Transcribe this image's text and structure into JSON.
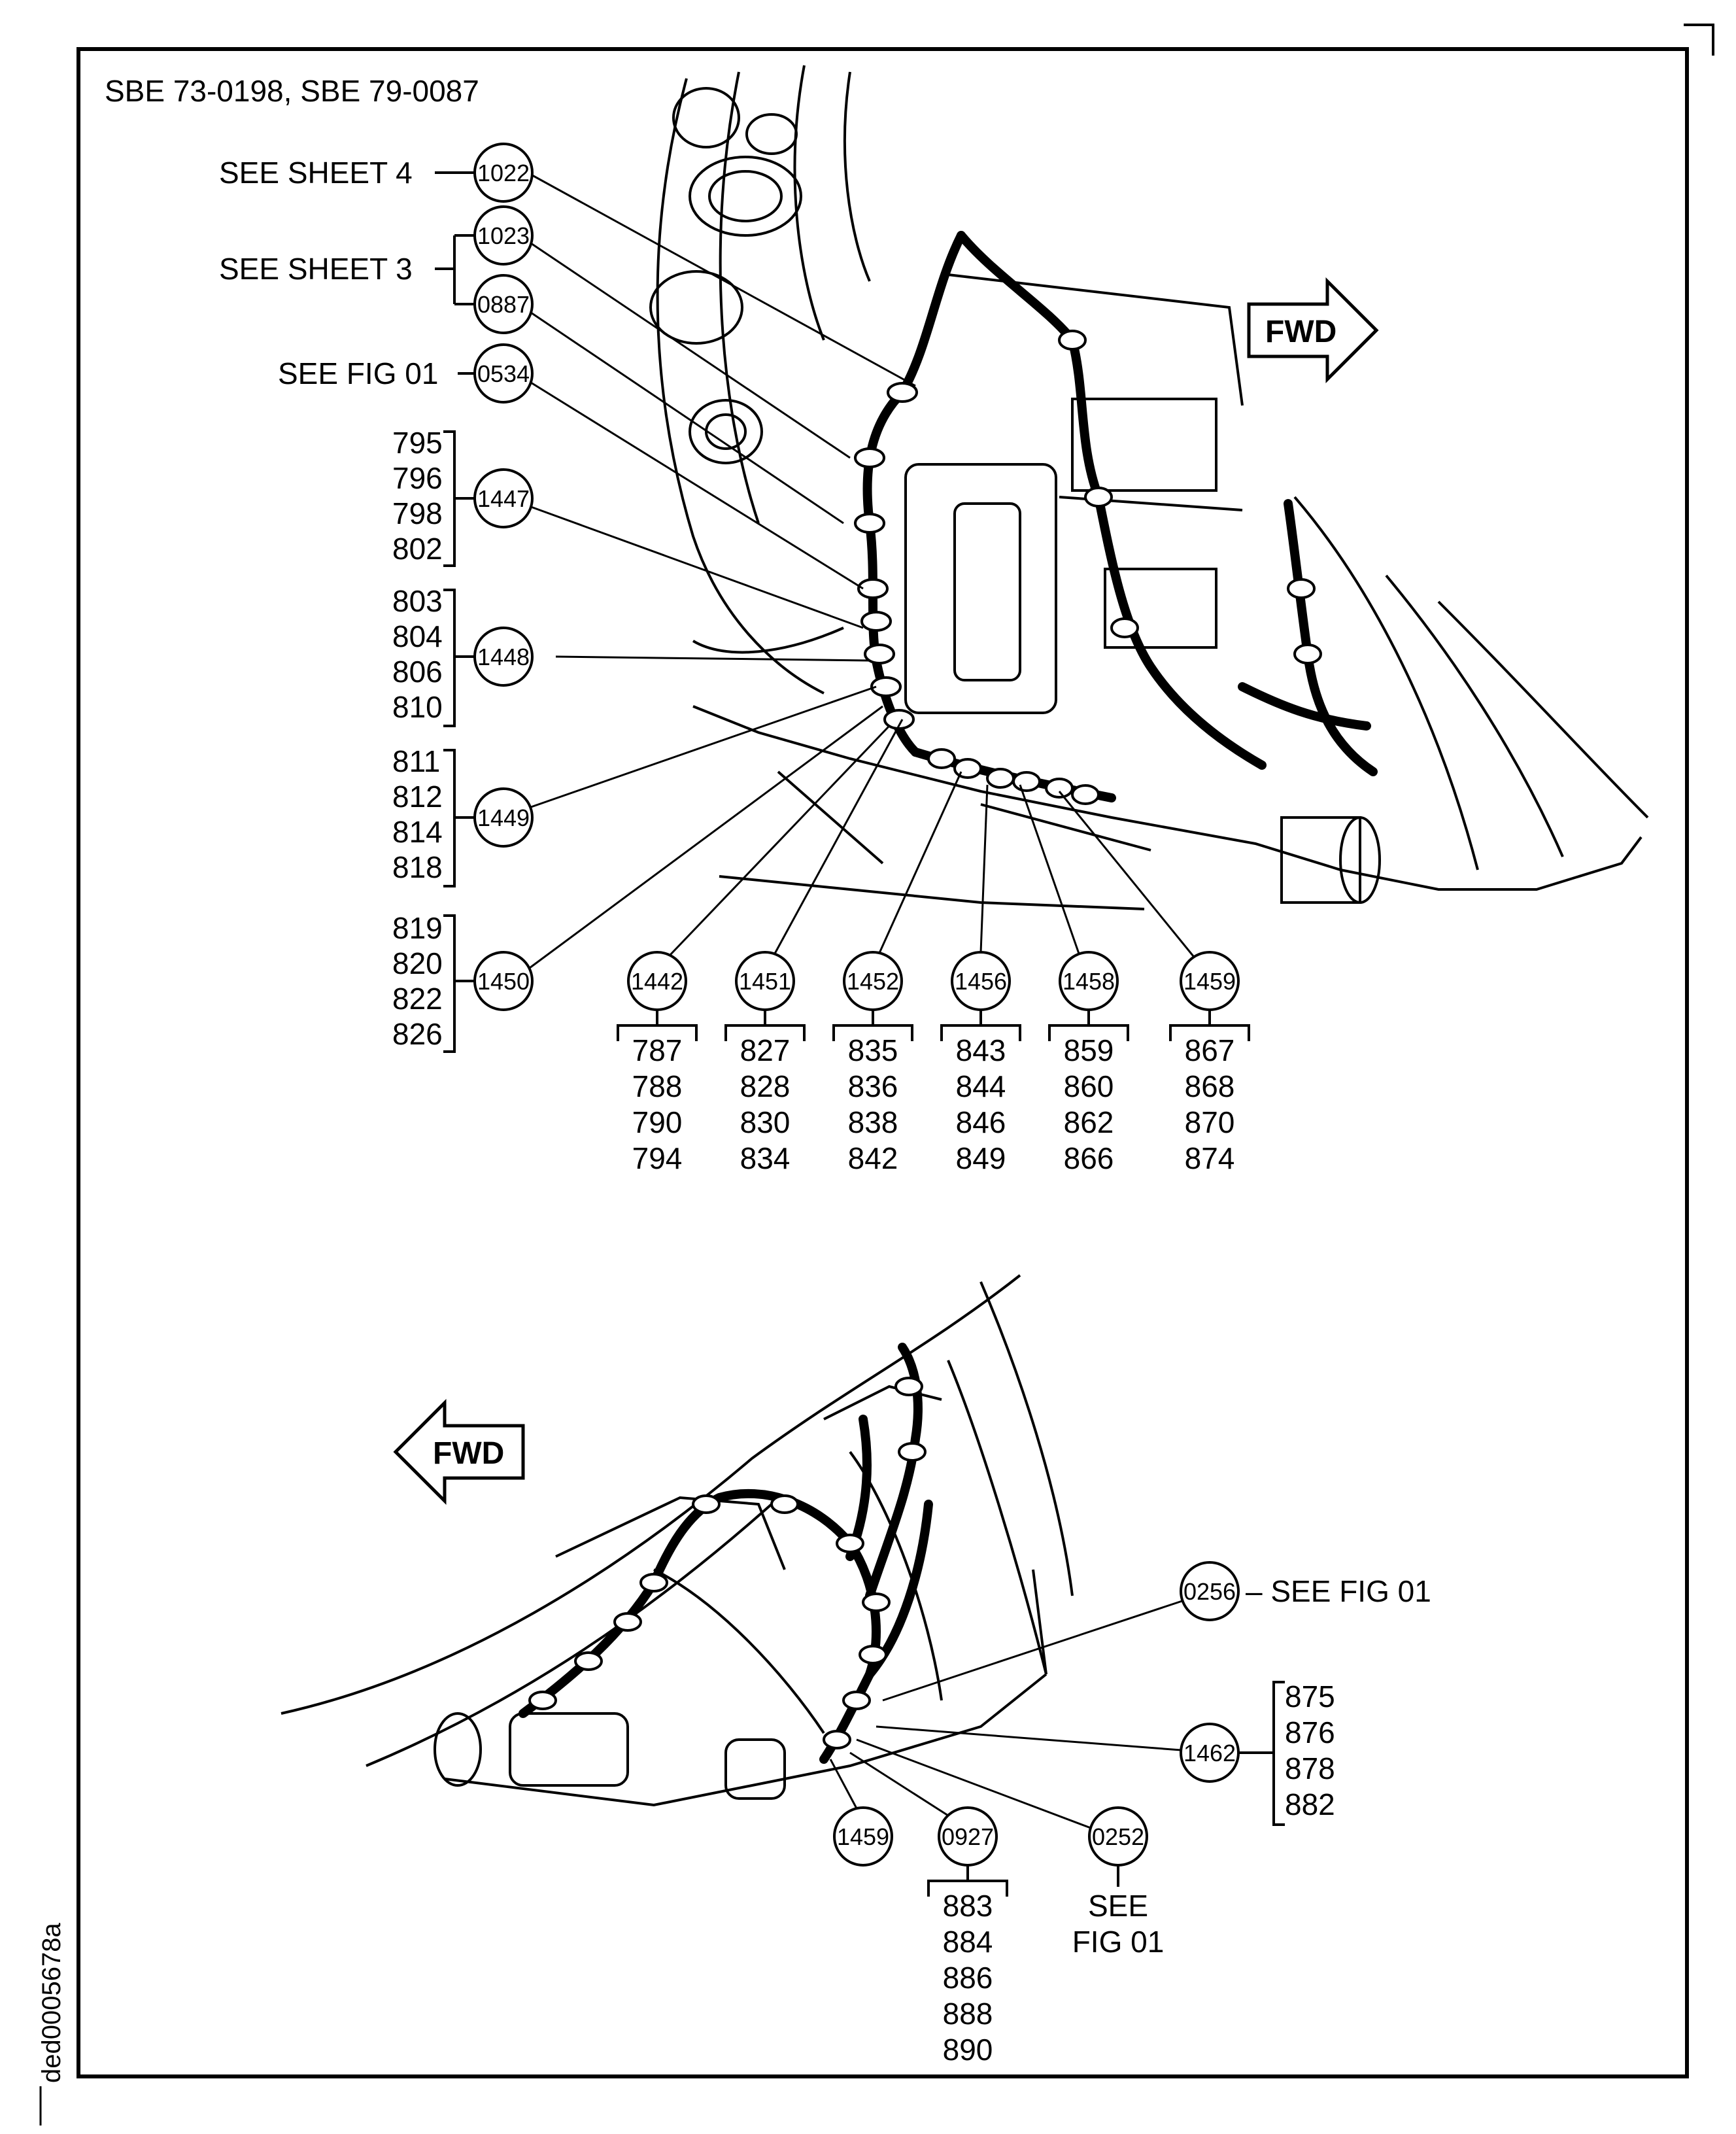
{
  "header": {
    "reference": "SBE 73-0198, SBE 79-0087"
  },
  "direction_label": "FWD",
  "drawing_id": "ded0005678a",
  "upper_view": {
    "references": [
      {
        "callout": "1022",
        "text": "SEE SHEET 4"
      },
      {
        "callout": "1023",
        "text": "SEE SHEET 3"
      },
      {
        "callout": "0887",
        "text": ""
      },
      {
        "callout": "0534",
        "text": "SEE FIG 01"
      }
    ],
    "left_groups": [
      {
        "callout": "1447",
        "items": [
          "795",
          "796",
          "798",
          "802"
        ]
      },
      {
        "callout": "1448",
        "items": [
          "803",
          "804",
          "806",
          "810"
        ]
      },
      {
        "callout": "1449",
        "items": [
          "811",
          "812",
          "814",
          "818"
        ]
      },
      {
        "callout": "1450",
        "items": [
          "819",
          "820",
          "822",
          "826"
        ]
      }
    ],
    "bottom_groups": [
      {
        "callout": "1442",
        "items": [
          "787",
          "788",
          "790",
          "794"
        ]
      },
      {
        "callout": "1451",
        "items": [
          "827",
          "828",
          "830",
          "834"
        ]
      },
      {
        "callout": "1452",
        "items": [
          "835",
          "836",
          "838",
          "842"
        ]
      },
      {
        "callout": "1456",
        "items": [
          "843",
          "844",
          "846",
          "849"
        ]
      },
      {
        "callout": "1458",
        "items": [
          "859",
          "860",
          "862",
          "866"
        ]
      },
      {
        "callout": "1459",
        "items": [
          "867",
          "868",
          "870",
          "874"
        ]
      }
    ]
  },
  "lower_view": {
    "ref_0256": {
      "callout": "0256",
      "text": "– SEE FIG 01"
    },
    "group_1462": {
      "callout": "1462",
      "items": [
        "875",
        "876",
        "878",
        "882"
      ]
    },
    "callout_1459": "1459",
    "group_0927": {
      "callout": "0927",
      "items": [
        "883",
        "884",
        "886",
        "888",
        "890"
      ]
    },
    "ref_0252": {
      "callout": "0252",
      "text_line1": "SEE",
      "text_line2": "FIG 01"
    }
  }
}
